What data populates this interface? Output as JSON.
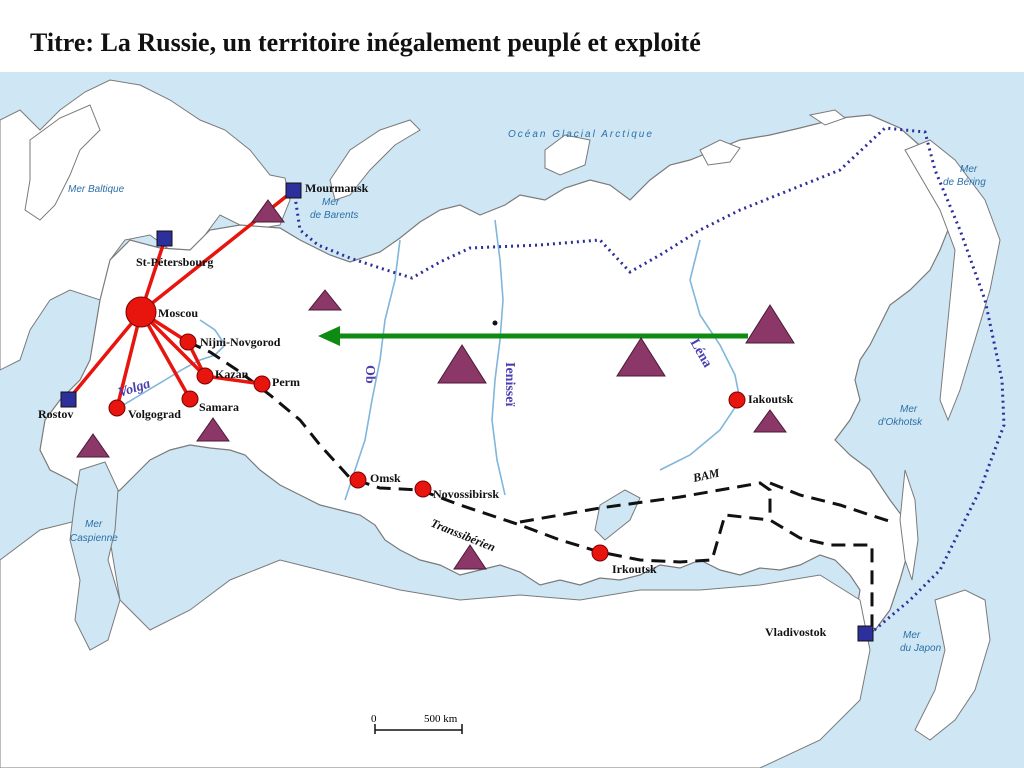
{
  "title": "Titre: La Russie, un territoire inégalement peuplé et exploité",
  "colors": {
    "sea": "#cfe7f4",
    "land": "#ffffff",
    "border": "#555555",
    "river": "#7fb6dc",
    "city": "#e8140e",
    "capital_link": "#e8140e",
    "port": "#2d2f9c",
    "resource_triangle": "#8b3767",
    "arrow": "#0f8a12",
    "sea_route": "#2d2f9c",
    "railway": "#111111"
  },
  "map": {
    "seas": [
      {
        "id": "ocean",
        "lines": [
          "Océan Glacial Arctique"
        ]
      },
      {
        "id": "baltique",
        "lines": [
          "Mer Baltique"
        ]
      },
      {
        "id": "barents",
        "lines": [
          "Mer",
          "de Barents"
        ]
      },
      {
        "id": "bering",
        "lines": [
          "Mer",
          "de Béring"
        ]
      },
      {
        "id": "okhotsk",
        "lines": [
          "Mer",
          "d'Okhotsk"
        ]
      },
      {
        "id": "japon",
        "lines": [
          "Mer",
          "du Japon"
        ]
      },
      {
        "id": "caspienne",
        "lines": [
          "Mer",
          "Caspienne"
        ]
      }
    ],
    "rivers": {
      "volga": "Volga",
      "ob": "Ob",
      "ienissei": "Ienisseï",
      "lena": "Léna"
    },
    "routes": {
      "transsiberien": "Transsibérien",
      "bam": "BAM"
    },
    "cities": {
      "moscou": "Moscou",
      "nijni": "Nijni-Novgorod",
      "kazan": "Kazan",
      "perm": "Perm",
      "samara": "Samara",
      "volgograd": "Volgograd",
      "omsk": "Omsk",
      "novossibirsk": "Novossibirsk",
      "irkoutsk": "Irkoutsk",
      "iakoutsk": "Iakoutsk"
    },
    "ports": {
      "mourmansk": "Mourmansk",
      "stpetersbourg": "St-Pétersbourg",
      "rostov": "Rostov",
      "vladivostok": "Vladivostok"
    },
    "scale": {
      "start": "0",
      "end": "500 km"
    }
  }
}
